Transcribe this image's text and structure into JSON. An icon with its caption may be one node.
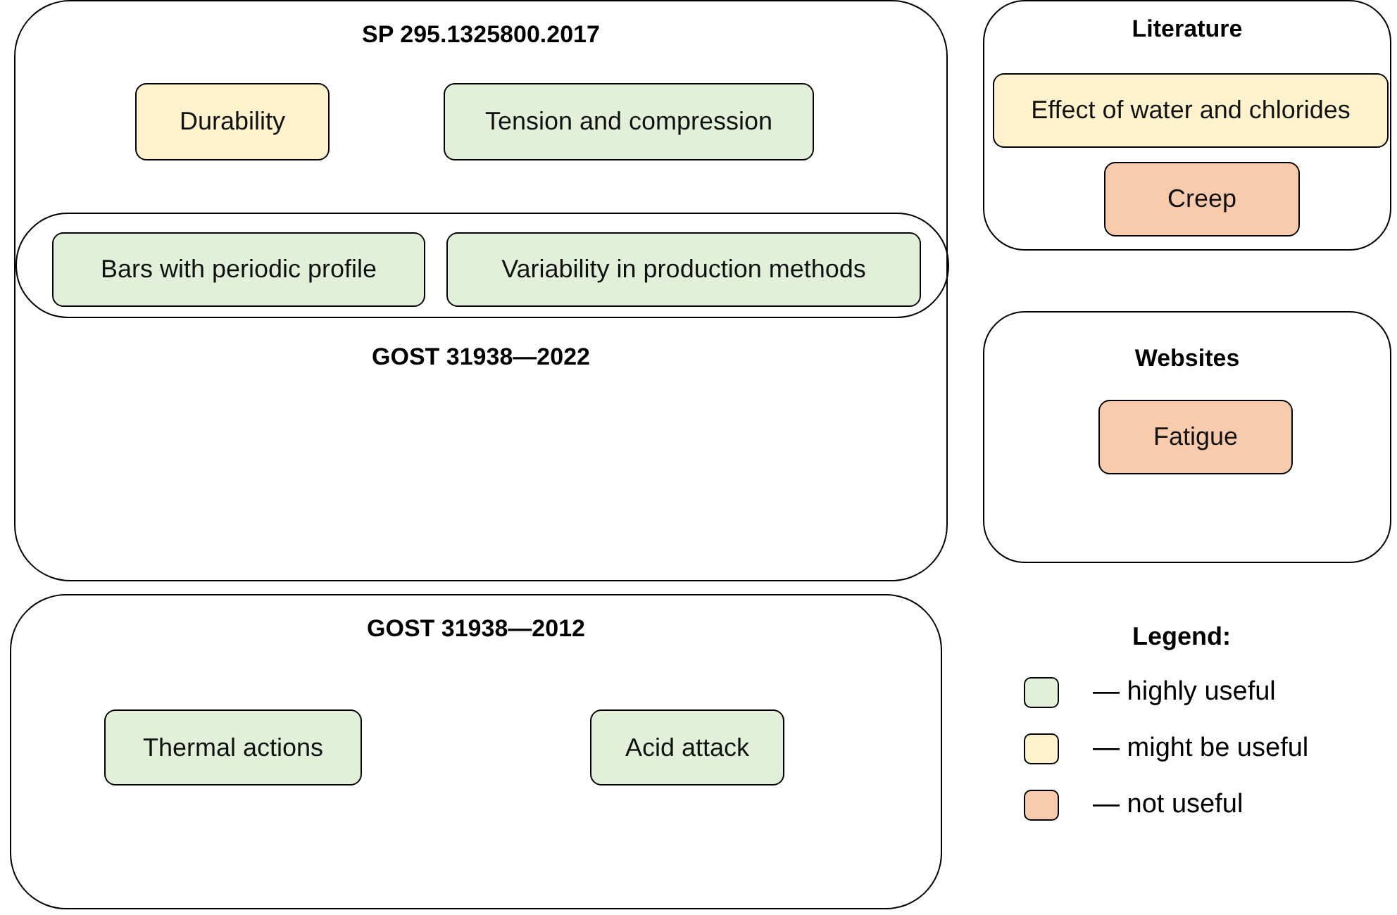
{
  "diagram": {
    "nodes": [
      {
        "text": [
          "SP 295.1325800.2017",
          "GOST 31938—2022"
        ]
      },
      {
        "text": [
          "Durability"
        ],
        "in": 0
      },
      {
        "text": [
          "Tension and compression"
        ],
        "in": 0
      },
      {
        "text": [],
        "shape": "box",
        "in": 0
      },
      {
        "text": [
          "Bars with periodic profile"
        ],
        "in": 3
      },
      {
        "text": [
          "Variability in production methods"
        ],
        "in": 3
      },
      {
        "text": [
          "GOST 31938—2012"
        ]
      },
      {
        "text": [
          "Thermal actions"
        ],
        "in": 6
      },
      {
        "text": [
          "Acid attack"
        ],
        "in": 6
      },
      {
        "text": [
          "Literature"
        ]
      },
      {
        "text": [
          "Effect of water and chlorides"
        ],
        "in": 9
      },
      {
        "text": [
          "Creep"
        ],
        "in": 9
      },
      {
        "text": [
          "Websites"
        ]
      },
      {
        "text": [
          "Fatigue"
        ],
        "in": 12
      }
    ],
    "edges": [],
    "labels": [
      "Legend:"
    ],
    "legend": [
      {
        "text": "— highly useful",
        "color": "#e2f0d9"
      },
      {
        "text": "— might be useful",
        "color": "#fff2cc"
      },
      {
        "text": "— not useful",
        "color": "#f8cbad"
      }
    ]
  }
}
